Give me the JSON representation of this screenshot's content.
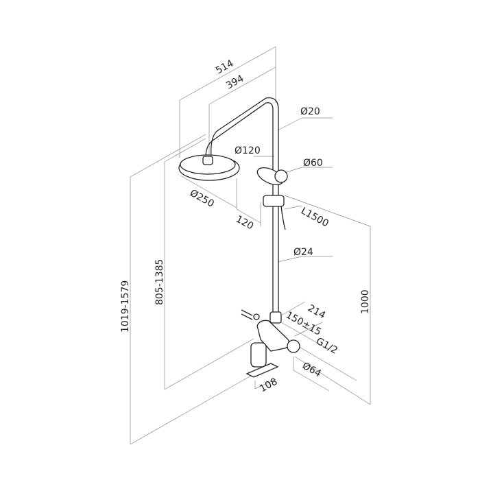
{
  "dimensions": {
    "overall_width": "514",
    "arm_length": "394",
    "pipe_diameter_top": "Ø20",
    "hand_shower_diameter": "Ø120",
    "holder_diameter": "Ø60",
    "head_diameter": "Ø250",
    "head_offset": "120",
    "hose_length": "L1500",
    "pipe_diameter_main": "Ø24",
    "head_height_range": "805-1385",
    "total_height_range": "1019-1579",
    "mixer_to_top": "1000",
    "mixer_width": "214",
    "inlet_spacing": "150±15",
    "thread": "G1/2",
    "flange_diameter": "Ø64",
    "spout_length": "108"
  }
}
